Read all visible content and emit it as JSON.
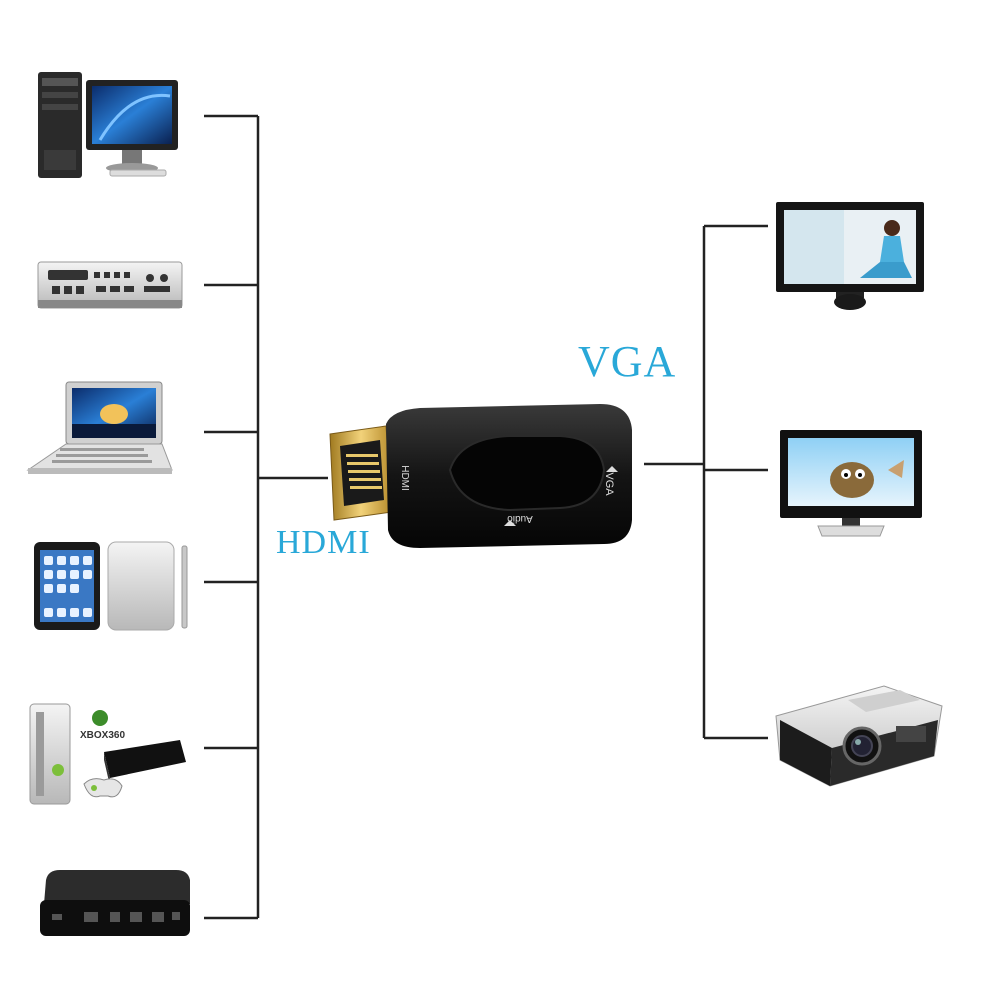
{
  "labels": {
    "vga": "VGA",
    "hdmi": "HDMI"
  },
  "adapter": {
    "hdmi_port_text": "HDMI",
    "vga_port_text": "VGA",
    "audio_port_text": "Audio"
  },
  "colors": {
    "label_blue": "#29a8d8",
    "line": "#222222",
    "adapter_body": "#141414",
    "connector_gold": "#d9b24a"
  },
  "devices": {
    "sources": [
      "desktop-computer",
      "set-top-box",
      "laptop",
      "tablet",
      "xbox-360",
      "apple-tv"
    ],
    "displays": [
      "monitor",
      "lcd-tv",
      "projector"
    ],
    "xbox_logo_text": "XBOX360"
  }
}
